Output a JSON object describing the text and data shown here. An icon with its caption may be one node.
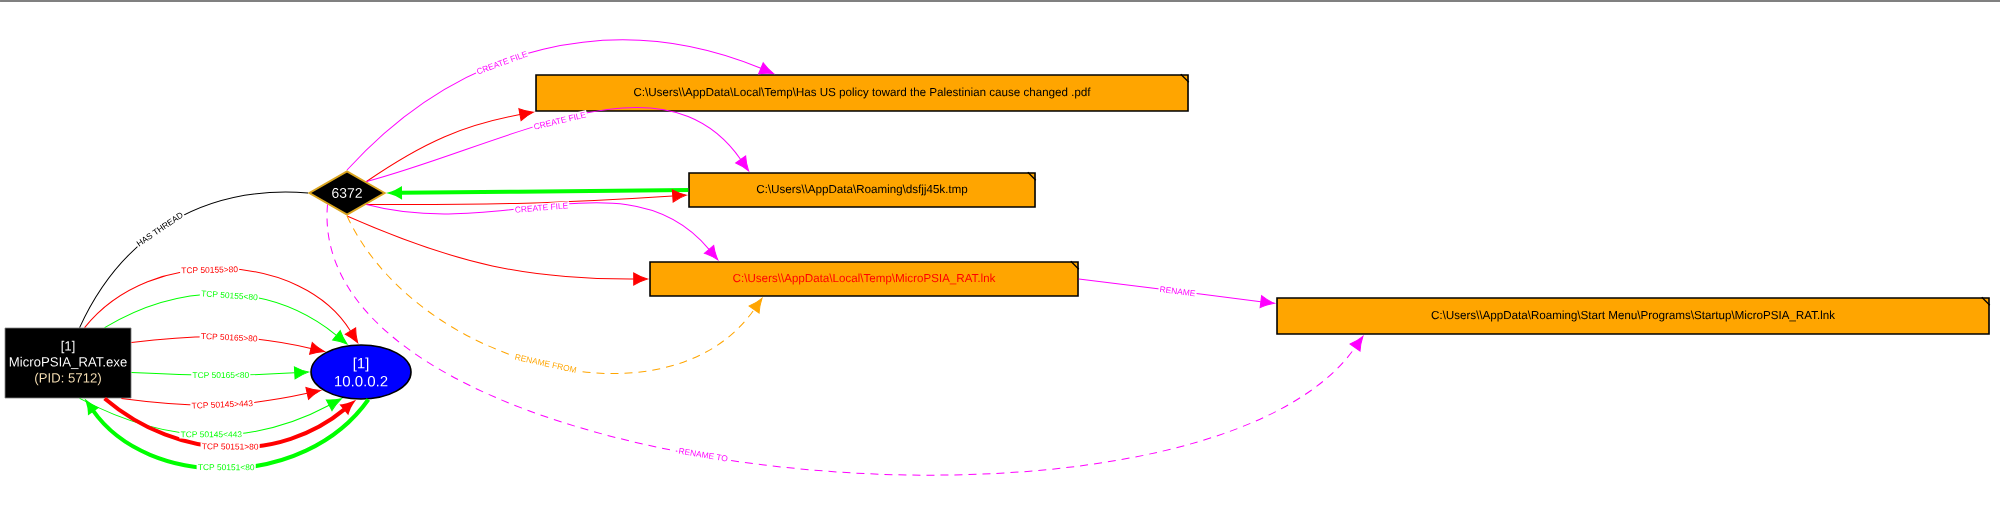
{
  "diagram": {
    "nodes": [
      {
        "text": [
          "[1]",
          "MicroPSIA_RAT.exe",
          "(PID: 5712)"
        ]
      },
      {
        "text": [
          "6372"
        ]
      },
      {
        "text": [
          "[1]",
          "10.0.0.2"
        ]
      },
      {
        "text": [
          "C:\\Users\\\\AppData\\Local\\Temp\\Has US policy toward the Palestinian cause changed .pdf"
        ]
      },
      {
        "text": [
          "C:\\Users\\\\AppData\\Roaming\\dsfjj45k.tmp"
        ]
      },
      {
        "text": [
          "C:\\Users\\\\AppData\\Local\\Temp\\MicroPSIA_RAT.lnk"
        ]
      },
      {
        "text": [
          "C:\\Users\\\\AppData\\Roaming\\Start Menu\\Programs\\Startup\\MicroPSIA_RAT.lnk"
        ]
      }
    ],
    "edges": [
      {
        "from": 0,
        "to": 1,
        "arrow": "none",
        "label": "HAS THREAD",
        "color": "#000000"
      },
      {
        "from": 0,
        "to": 2,
        "arrow": "to",
        "label": "TCP 50155>80",
        "color": "#ff0000"
      },
      {
        "from": 0,
        "to": 2,
        "arrow": "to",
        "label": "TCP 50155<80",
        "color": "#00ff00"
      },
      {
        "from": 0,
        "to": 2,
        "arrow": "to",
        "label": "TCP 50165>80",
        "color": "#ff0000"
      },
      {
        "from": 0,
        "to": 2,
        "arrow": "to",
        "label": "TCP 50165<80",
        "color": "#00ff00"
      },
      {
        "from": 0,
        "to": 2,
        "arrow": "to",
        "label": "TCP 50145>443",
        "color": "#ff0000"
      },
      {
        "from": 0,
        "to": 2,
        "arrow": "to",
        "label": "TCP 50145<443",
        "color": "#00ff00"
      },
      {
        "from": 0,
        "to": 2,
        "arrow": "to",
        "label": "TCP 50151>80",
        "color": "#ff0000",
        "style": "thick"
      },
      {
        "from": 2,
        "to": 0,
        "arrow": "to",
        "label": "TCP 50151<80",
        "color": "#00ff00",
        "style": "thick"
      },
      {
        "from": 1,
        "to": 3,
        "arrow": "to",
        "label": "CREATE FILE",
        "color": "#ff00ff"
      },
      {
        "from": 1,
        "to": 3,
        "arrow": "to",
        "color": "#ff0000"
      },
      {
        "from": 1,
        "to": 4,
        "arrow": "to",
        "label": "CREATE FILE",
        "color": "#ff00ff"
      },
      {
        "from": 4,
        "to": 1,
        "arrow": "to",
        "color": "#00ff00",
        "style": "thick"
      },
      {
        "from": 1,
        "to": 4,
        "arrow": "to",
        "color": "#ff0000"
      },
      {
        "from": 1,
        "to": 5,
        "arrow": "to",
        "label": "CREATE FILE",
        "color": "#ff00ff"
      },
      {
        "from": 1,
        "to": 5,
        "arrow": "to",
        "color": "#ff0000"
      },
      {
        "from": 1,
        "to": 5,
        "arrow": "to",
        "label": "RENAME FROM",
        "color": "#ffa500",
        "style": "dashed"
      },
      {
        "from": 5,
        "to": 6,
        "arrow": "to",
        "label": "RENAME",
        "color": "#ff00ff"
      },
      {
        "from": 1,
        "to": 6,
        "arrow": "to",
        "label": "RENAME TO",
        "color": "#ff00ff",
        "style": "dashed"
      }
    ]
  }
}
